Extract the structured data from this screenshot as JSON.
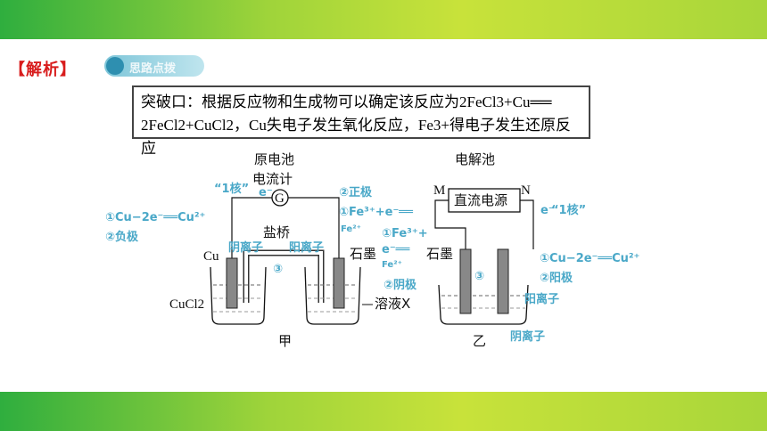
{
  "header": {
    "section_label": "【解析】",
    "badge_text": "思路点拨"
  },
  "hint": {
    "line1": "突破口：根据反应物和生成物可以确定该反应为2FeCl3+Cu══",
    "line2": "2FeCl2+CuCl2，Cu失电子发生氧化反应，Fe3+得电子发生还原反应"
  },
  "cell_left": {
    "title": "原电池",
    "meter": "电流计",
    "meter_symbol": "G",
    "salt_bridge": "盐桥",
    "anion": "阴离子",
    "cation": "阳离子",
    "electrode_left": "Cu",
    "electrode_right": "石墨",
    "solution_left": "CuCl2",
    "solution_right": "溶液X",
    "beaker_label": "甲",
    "note_core": "“1核”",
    "note_e": "e⁻",
    "note_left_eq": "①Cu−2e⁻══Cu²⁺",
    "note_left_pole": "②负极",
    "note_right_pole": "②正极",
    "note_right_eq": "①Fe³⁺+e⁻══",
    "note_right_prod": "Fe²⁺",
    "note_step": "③"
  },
  "cell_right": {
    "title": "电解池",
    "power": "直流电源",
    "term_m": "M",
    "term_n": "N",
    "electrode_left": "石墨",
    "beaker_label": "乙",
    "note_core": "“1核”",
    "note_e": "e⁻",
    "note_left_eq": "①Fe³⁺+",
    "note_left_e": "e⁻══",
    "note_left_prod": "Fe²⁺",
    "note_left_pole": "②阴极",
    "note_right_eq": "①Cu−2e⁻══Cu²⁺",
    "note_right_pole": "②阳极",
    "cation": "阳离子",
    "anion": "阴离子",
    "note_step": "③"
  }
}
